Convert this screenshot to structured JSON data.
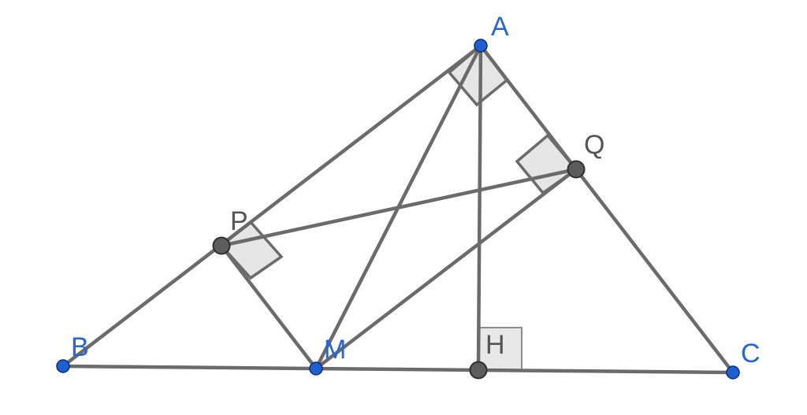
{
  "points": {
    "A": "A",
    "B": "B",
    "C": "C",
    "H": "H",
    "M": "M",
    "P": "P",
    "Q": "Q"
  },
  "colors": {
    "free_point": "#1f5fd0",
    "dependent_point": "#5c5c5c",
    "segment": "#6b6b6b",
    "right_angle_fill": "#e6e6e6",
    "free_label": "#2a66c9",
    "dependent_label": "#555555"
  }
}
